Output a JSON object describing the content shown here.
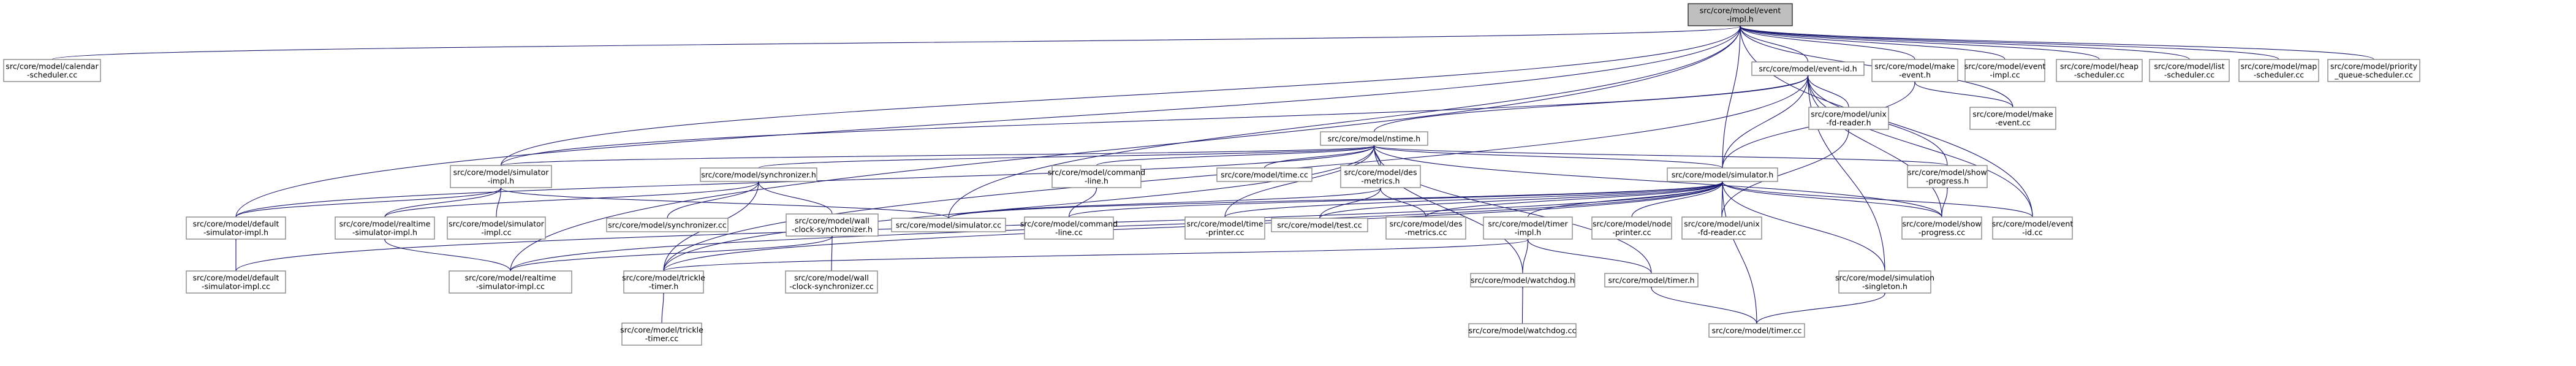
{
  "nodes": [
    {
      "id": "root",
      "lines": [
        "src/core/model/event",
        "-impl.h"
      ],
      "root": true
    },
    {
      "id": "calendar",
      "lines": [
        "src/core/model/calendar",
        "-scheduler.cc"
      ]
    },
    {
      "id": "eventid_h",
      "lines": [
        "src/core/model/event-id.h"
      ]
    },
    {
      "id": "makeevent_h",
      "lines": [
        "src/core/model/make",
        "-event.h"
      ]
    },
    {
      "id": "eventimpl_cc",
      "lines": [
        "src/core/model/event",
        "-impl.cc"
      ]
    },
    {
      "id": "heap",
      "lines": [
        "src/core/model/heap",
        "-scheduler.cc"
      ]
    },
    {
      "id": "list",
      "lines": [
        "src/core/model/list",
        "-scheduler.cc"
      ]
    },
    {
      "id": "map",
      "lines": [
        "src/core/model/map",
        "-scheduler.cc"
      ]
    },
    {
      "id": "priority",
      "lines": [
        "src/core/model/priority",
        "_queue-scheduler.cc"
      ]
    },
    {
      "id": "nstime",
      "lines": [
        "src/core/model/nstime.h"
      ]
    },
    {
      "id": "unixfd_h",
      "lines": [
        "src/core/model/unix",
        "-fd-reader.h"
      ]
    },
    {
      "id": "makeevent_cc",
      "lines": [
        "src/core/model/make",
        "-event.cc"
      ]
    },
    {
      "id": "simimpl_h",
      "lines": [
        "src/core/model/simulator",
        "-impl.h"
      ]
    },
    {
      "id": "sync_h",
      "lines": [
        "src/core/model/synchronizer.h"
      ]
    },
    {
      "id": "cmdline_h",
      "lines": [
        "src/core/model/command",
        "-line.h"
      ]
    },
    {
      "id": "time_cc",
      "lines": [
        "src/core/model/time.cc"
      ]
    },
    {
      "id": "des_h",
      "lines": [
        "src/core/model/des",
        "-metrics.h"
      ]
    },
    {
      "id": "simulator_h",
      "lines": [
        "src/core/model/simulator.h"
      ]
    },
    {
      "id": "showprog_h",
      "lines": [
        "src/core/model/show",
        "-progress.h"
      ]
    },
    {
      "id": "default_h",
      "lines": [
        "src/core/model/default",
        "-simulator-impl.h"
      ]
    },
    {
      "id": "realtime_h",
      "lines": [
        "src/core/model/realtime",
        "-simulator-impl.h"
      ]
    },
    {
      "id": "simimpl_cc",
      "lines": [
        "src/core/model/simulator",
        "-impl.cc"
      ]
    },
    {
      "id": "sync_cc",
      "lines": [
        "src/core/model/synchronizer.cc"
      ]
    },
    {
      "id": "wallclock_h",
      "lines": [
        "src/core/model/wall",
        "-clock-synchronizer.h"
      ]
    },
    {
      "id": "simulator_cc",
      "lines": [
        "src/core/model/simulator.cc"
      ]
    },
    {
      "id": "cmdline_cc",
      "lines": [
        "src/core/model/command",
        "-line.cc"
      ]
    },
    {
      "id": "timeprinter_cc",
      "lines": [
        "src/core/model/time",
        "-printer.cc"
      ]
    },
    {
      "id": "test_cc",
      "lines": [
        "src/core/model/test.cc"
      ]
    },
    {
      "id": "des_cc",
      "lines": [
        "src/core/model/des",
        "-metrics.cc"
      ]
    },
    {
      "id": "timerimpl_h",
      "lines": [
        "src/core/model/timer",
        "-impl.h"
      ]
    },
    {
      "id": "nodeprinter_cc",
      "lines": [
        "src/core/model/node",
        "-printer.cc"
      ]
    },
    {
      "id": "unixfd_cc",
      "lines": [
        "src/core/model/unix",
        "-fd-reader.cc"
      ]
    },
    {
      "id": "showprog_cc",
      "lines": [
        "src/core/model/show",
        "-progress.cc"
      ]
    },
    {
      "id": "eventid_cc",
      "lines": [
        "src/core/model/event",
        "-id.cc"
      ]
    },
    {
      "id": "default_cc",
      "lines": [
        "src/core/model/default",
        "-simulator-impl.cc"
      ]
    },
    {
      "id": "realtime_cc",
      "lines": [
        "src/core/model/realtime",
        "-simulator-impl.cc"
      ]
    },
    {
      "id": "trickle_h",
      "lines": [
        "src/core/model/trickle",
        "-timer.h"
      ]
    },
    {
      "id": "wallclock_cc",
      "lines": [
        "src/core/model/wall",
        "-clock-synchronizer.cc"
      ]
    },
    {
      "id": "watchdog_h",
      "lines": [
        "src/core/model/watchdog.h"
      ]
    },
    {
      "id": "timer_h",
      "lines": [
        "src/core/model/timer.h"
      ]
    },
    {
      "id": "singleton_h",
      "lines": [
        "src/core/model/simulation",
        "-singleton.h"
      ]
    },
    {
      "id": "trickle_cc",
      "lines": [
        "src/core/model/trickle",
        "-timer.cc"
      ]
    },
    {
      "id": "watchdog_cc",
      "lines": [
        "src/core/model/watchdog.cc"
      ]
    },
    {
      "id": "timer_cc",
      "lines": [
        "src/core/model/timer.cc"
      ]
    }
  ],
  "edges": [
    [
      "root",
      "calendar"
    ],
    [
      "root",
      "eventid_h"
    ],
    [
      "root",
      "makeevent_h"
    ],
    [
      "root",
      "eventimpl_cc"
    ],
    [
      "root",
      "heap"
    ],
    [
      "root",
      "list"
    ],
    [
      "root",
      "map"
    ],
    [
      "root",
      "priority"
    ],
    [
      "root",
      "simimpl_h"
    ],
    [
      "root",
      "default_h"
    ],
    [
      "root",
      "simulator_h"
    ],
    [
      "root",
      "simulator_cc"
    ],
    [
      "root",
      "realtime_cc"
    ],
    [
      "root",
      "eventid_cc"
    ],
    [
      "root",
      "makeevent_cc"
    ],
    [
      "eventid_h",
      "nstime"
    ],
    [
      "eventid_h",
      "simulator_h"
    ],
    [
      "eventid_h",
      "unixfd_h"
    ],
    [
      "eventid_h",
      "showprog_h"
    ],
    [
      "eventid_h",
      "showprog_cc"
    ],
    [
      "eventid_h",
      "eventid_cc"
    ],
    [
      "eventid_h",
      "simimpl_h"
    ],
    [
      "eventid_h",
      "trickle_h"
    ],
    [
      "eventid_h",
      "singleton_h"
    ],
    [
      "makeevent_h",
      "simulator_h"
    ],
    [
      "makeevent_h",
      "makeevent_cc"
    ],
    [
      "nstime",
      "simimpl_h"
    ],
    [
      "nstime",
      "sync_h"
    ],
    [
      "nstime",
      "cmdline_h"
    ],
    [
      "nstime",
      "time_cc"
    ],
    [
      "nstime",
      "des_h"
    ],
    [
      "nstime",
      "simulator_h"
    ],
    [
      "nstime",
      "showprog_h"
    ],
    [
      "nstime",
      "timeprinter_cc"
    ],
    [
      "nstime",
      "watchdog_h"
    ],
    [
      "nstime",
      "timer_h"
    ],
    [
      "nstime",
      "trickle_h"
    ],
    [
      "nstime",
      "showprog_cc"
    ],
    [
      "nstime",
      "default_h"
    ],
    [
      "unixfd_h",
      "unixfd_cc"
    ],
    [
      "simimpl_h",
      "default_h"
    ],
    [
      "simimpl_h",
      "realtime_h"
    ],
    [
      "simimpl_h",
      "simimpl_cc"
    ],
    [
      "simimpl_h",
      "simulator_cc"
    ],
    [
      "sync_h",
      "realtime_h"
    ],
    [
      "sync_h",
      "sync_cc"
    ],
    [
      "sync_h",
      "wallclock_h"
    ],
    [
      "sync_h",
      "trickle_h"
    ],
    [
      "cmdline_h",
      "cmdline_cc"
    ],
    [
      "des_h",
      "simulator_cc"
    ],
    [
      "des_h",
      "test_cc"
    ],
    [
      "des_h",
      "des_cc"
    ],
    [
      "simulator_h",
      "simulator_cc"
    ],
    [
      "simulator_h",
      "cmdline_cc"
    ],
    [
      "simulator_h",
      "timeprinter_cc"
    ],
    [
      "simulator_h",
      "test_cc"
    ],
    [
      "simulator_h",
      "des_cc"
    ],
    [
      "simulator_h",
      "timerimpl_h"
    ],
    [
      "simulator_h",
      "nodeprinter_cc"
    ],
    [
      "simulator_h",
      "unixfd_cc"
    ],
    [
      "simulator_h",
      "showprog_cc"
    ],
    [
      "simulator_h",
      "eventid_cc"
    ],
    [
      "simulator_h",
      "singleton_h"
    ],
    [
      "simulator_h",
      "timer_cc"
    ],
    [
      "simulator_h",
      "realtime_cc"
    ],
    [
      "simulator_h",
      "default_cc"
    ],
    [
      "simulator_h",
      "trickle_h"
    ],
    [
      "showprog_h",
      "showprog_cc"
    ],
    [
      "default_h",
      "default_cc"
    ],
    [
      "realtime_h",
      "realtime_cc"
    ],
    [
      "wallclock_h",
      "realtime_cc"
    ],
    [
      "wallclock_h",
      "wallclock_cc"
    ],
    [
      "timerimpl_h",
      "watchdog_h"
    ],
    [
      "timerimpl_h",
      "timer_h"
    ],
    [
      "timerimpl_h",
      "trickle_h"
    ],
    [
      "trickle_h",
      "trickle_cc"
    ],
    [
      "watchdog_h",
      "watchdog_cc"
    ],
    [
      "timer_h",
      "timer_cc"
    ],
    [
      "singleton_h",
      "timer_cc"
    ]
  ]
}
